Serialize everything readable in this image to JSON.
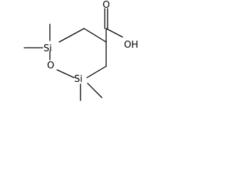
{
  "molecule": {
    "atoms": {
      "si_top": "Si",
      "si_bottom": "Si",
      "ring_oxygen": "O",
      "carbonyl_oxygen": "O",
      "hydroxyl": "OH"
    }
  },
  "colors": {
    "bond": "#000000",
    "background": "#ffffff"
  }
}
